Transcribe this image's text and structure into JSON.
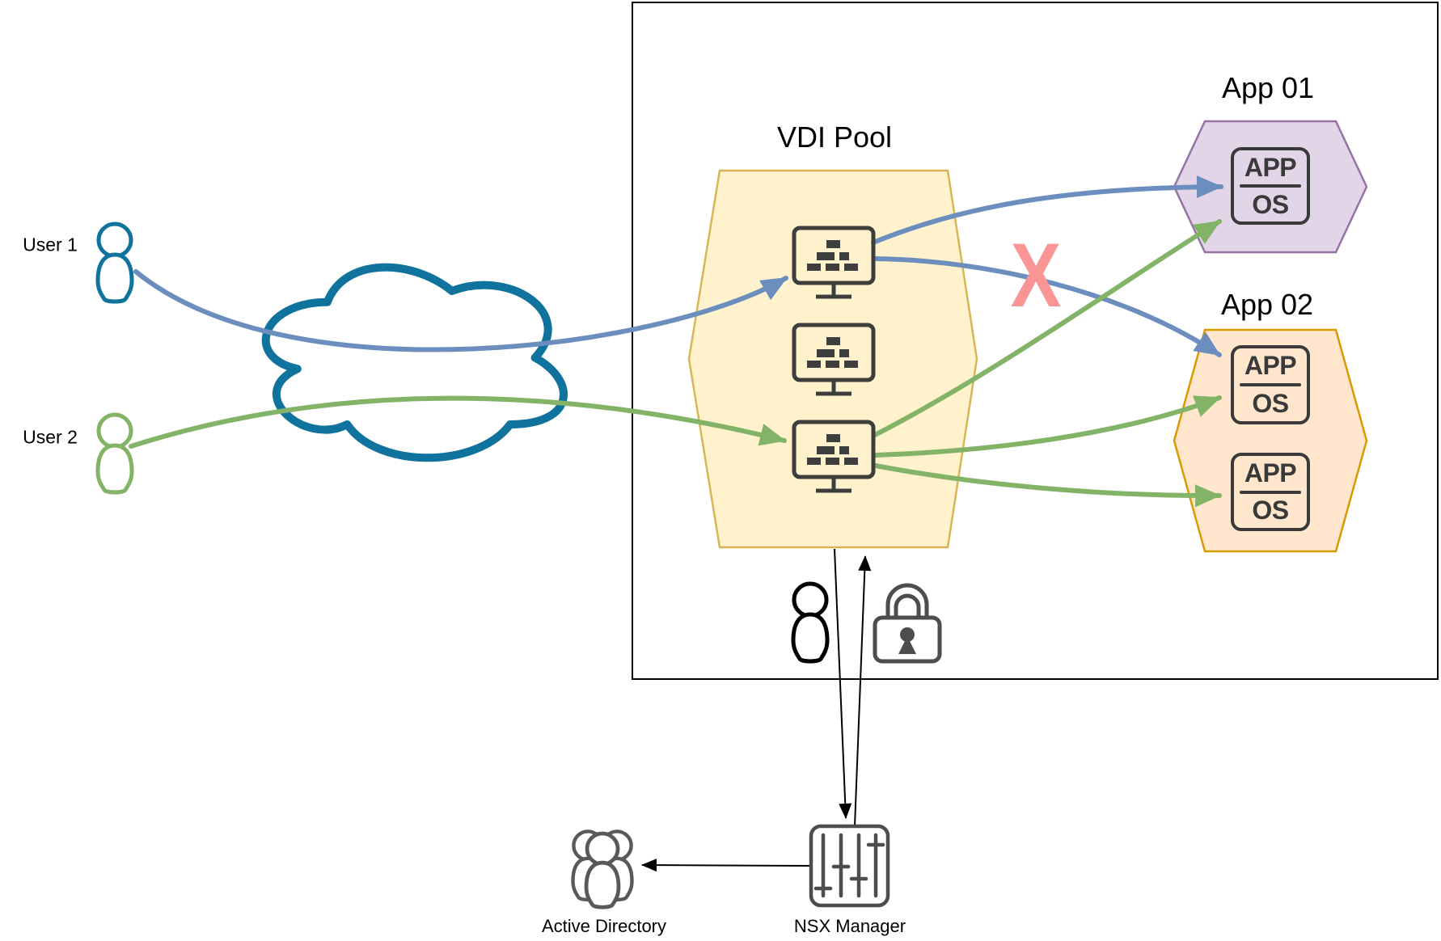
{
  "diagram_title": "",
  "users": [
    {
      "label": "User 1",
      "color": "#10739e"
    },
    {
      "label": "User 2",
      "color": "#82b366"
    }
  ],
  "cloud": {
    "icon": "cloud-icon",
    "stroke": "#10739e"
  },
  "vdi_pool": {
    "label": "VDI Pool",
    "desktop_count": 3,
    "fill": "#fff2cc",
    "stroke": "#d6b656",
    "desktop_icon": "desktop-monitor-icon"
  },
  "apps": [
    {
      "label": "App 01",
      "fill": "#e1d5e7",
      "stroke": "#9673a6",
      "instances": [
        {
          "app": "APP",
          "os": "OS"
        }
      ]
    },
    {
      "label": "App 02",
      "fill": "#ffe6cc",
      "stroke": "#d79b00",
      "instances": [
        {
          "app": "APP",
          "os": "OS"
        },
        {
          "app": "APP",
          "os": "OS"
        }
      ]
    }
  ],
  "blocked_marker": {
    "symbol": "X",
    "color": "#f99595"
  },
  "security_icons": [
    "person-outline-icon",
    "padlock-icon"
  ],
  "nsx_manager": {
    "label": "NSX Manager",
    "icon": "sliders-icon"
  },
  "active_directory": {
    "label": "Active Directory",
    "icon": "user-group-icon"
  },
  "connections": [
    {
      "from": "User 1",
      "to": "VDI desktop 1",
      "color": "#6c8ebf"
    },
    {
      "from": "VDI desktop 1",
      "to": "App 01",
      "color": "#6c8ebf"
    },
    {
      "from": "VDI desktop 1",
      "to": "App 02 instance 1",
      "color": "#6c8ebf",
      "blocked": true
    },
    {
      "from": "User 2",
      "to": "VDI desktop 3",
      "color": "#82b366"
    },
    {
      "from": "VDI desktop 3",
      "to": "App 01",
      "color": "#82b366"
    },
    {
      "from": "VDI desktop 3",
      "to": "App 02 instance 1",
      "color": "#82b366"
    },
    {
      "from": "VDI desktop 3",
      "to": "App 02 instance 2",
      "color": "#82b366"
    },
    {
      "from": "VDI Pool",
      "to": "NSX Manager",
      "color": "#000000",
      "bidirectional": true
    },
    {
      "from": "NSX Manager",
      "to": "Active Directory",
      "color": "#000000"
    }
  ],
  "colors": {
    "blue_edge": "#6c8ebf",
    "green_edge": "#82b366",
    "cloud_stroke": "#10739e",
    "vdi_fill": "#fff2cc",
    "vdi_stroke": "#d6b656",
    "app01_fill": "#e1d5e7",
    "app01_stroke": "#9673a6",
    "app02_fill": "#ffe6cc",
    "app02_stroke": "#d79b00",
    "blocked_x": "#f99595",
    "icon_dark": "#3e3e3e"
  }
}
